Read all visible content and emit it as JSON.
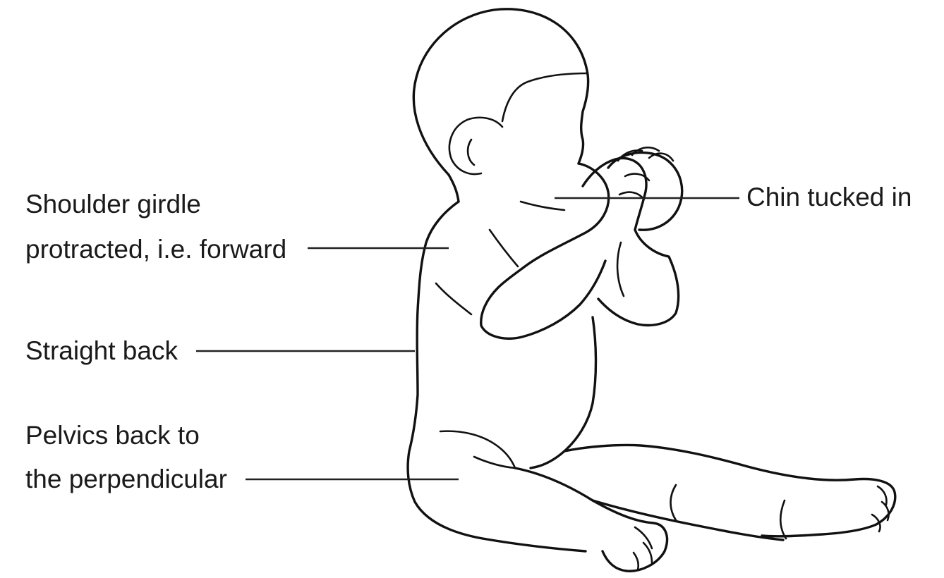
{
  "labels": {
    "chin": "Chin tucked in",
    "shoulder_line1": "Shoulder girdle",
    "shoulder_line2": "protracted, i.e. forward",
    "back": "Straight back",
    "pelvis_line1": "Pelvics back to",
    "pelvis_line2": "the perpendicular"
  },
  "colors": {
    "background": "#ffffff",
    "line": "#111111",
    "text": "#1a1a1a"
  },
  "illustration": "baby-sitting-holding-ball-icon"
}
